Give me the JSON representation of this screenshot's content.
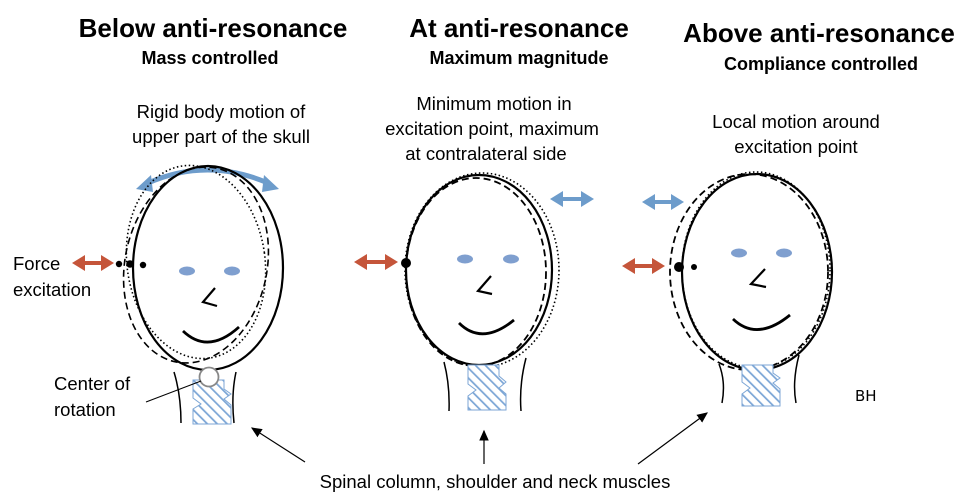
{
  "panels": [
    {
      "title": "Below anti-resonance",
      "subtitle": "Mass controlled",
      "description": [
        "Rigid body motion of",
        "upper part of the skull"
      ]
    },
    {
      "title": "At anti-resonance",
      "subtitle": "Maximum magnitude",
      "description": [
        "Minimum motion in",
        "excitation point, maximum",
        "at contralateral side"
      ]
    },
    {
      "title": "Above anti-resonance",
      "subtitle": "Compliance controlled",
      "description": [
        "Local motion around",
        "excitation point"
      ]
    }
  ],
  "labels": {
    "force_excitation": [
      "Force",
      "excitation"
    ],
    "center_of_rotation": [
      "Center of",
      "rotation"
    ],
    "bottom_caption": "Spinal column, shoulder and neck muscles",
    "signature": "BH"
  },
  "colors": {
    "blue_arrow": "#6d9ccb",
    "red_arrow": "#c5553a",
    "eye": "#7f9fcf",
    "spine_hatch": "#7ca6d6"
  }
}
